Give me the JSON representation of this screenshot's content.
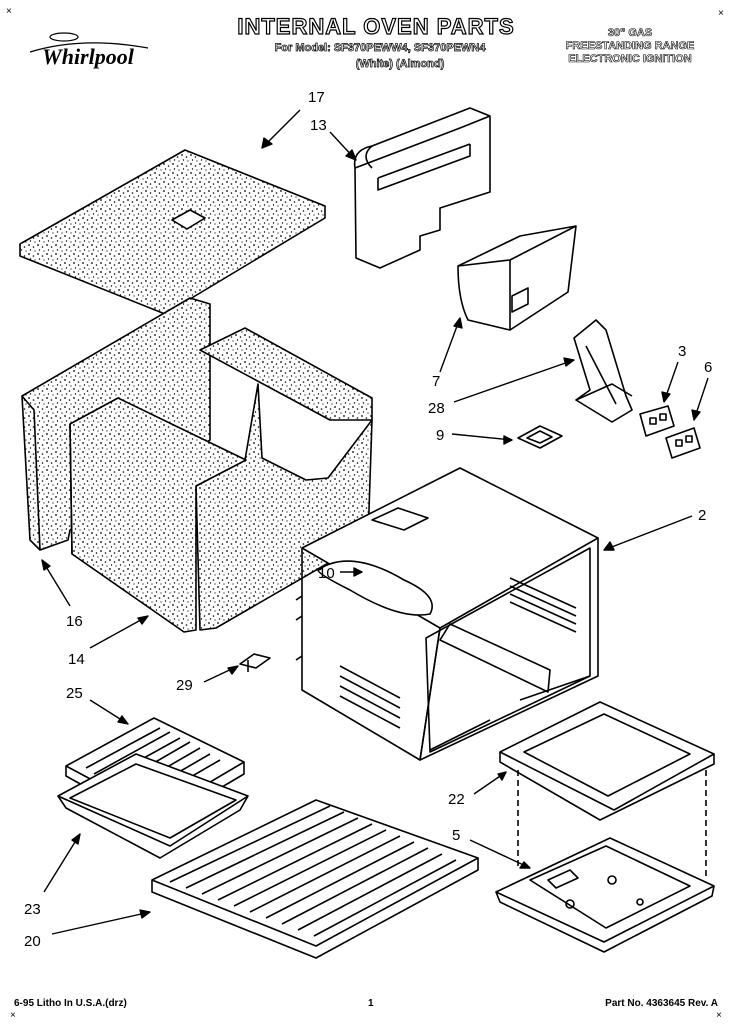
{
  "header": {
    "brand": "Whirlpool",
    "title": "INTERNAL OVEN PARTS",
    "model_line": "For Model: SF370PEWW4, SF370PEWN4",
    "color_line": "(White)    (Almond)",
    "range_type": [
      "30\" GAS",
      "FREESTANDING RANGE",
      "ELECTRONIC IGNITION"
    ]
  },
  "footer": {
    "litho": "6-95 Litho In U.S.A.(drz)",
    "page": "1",
    "part_no": "Part No. 4363645 Rev. A"
  },
  "callouts": [
    "17",
    "13",
    "7",
    "28",
    "3",
    "6",
    "9",
    "2",
    "10",
    "16",
    "14",
    "29",
    "25",
    "22",
    "5",
    "23",
    "20"
  ]
}
